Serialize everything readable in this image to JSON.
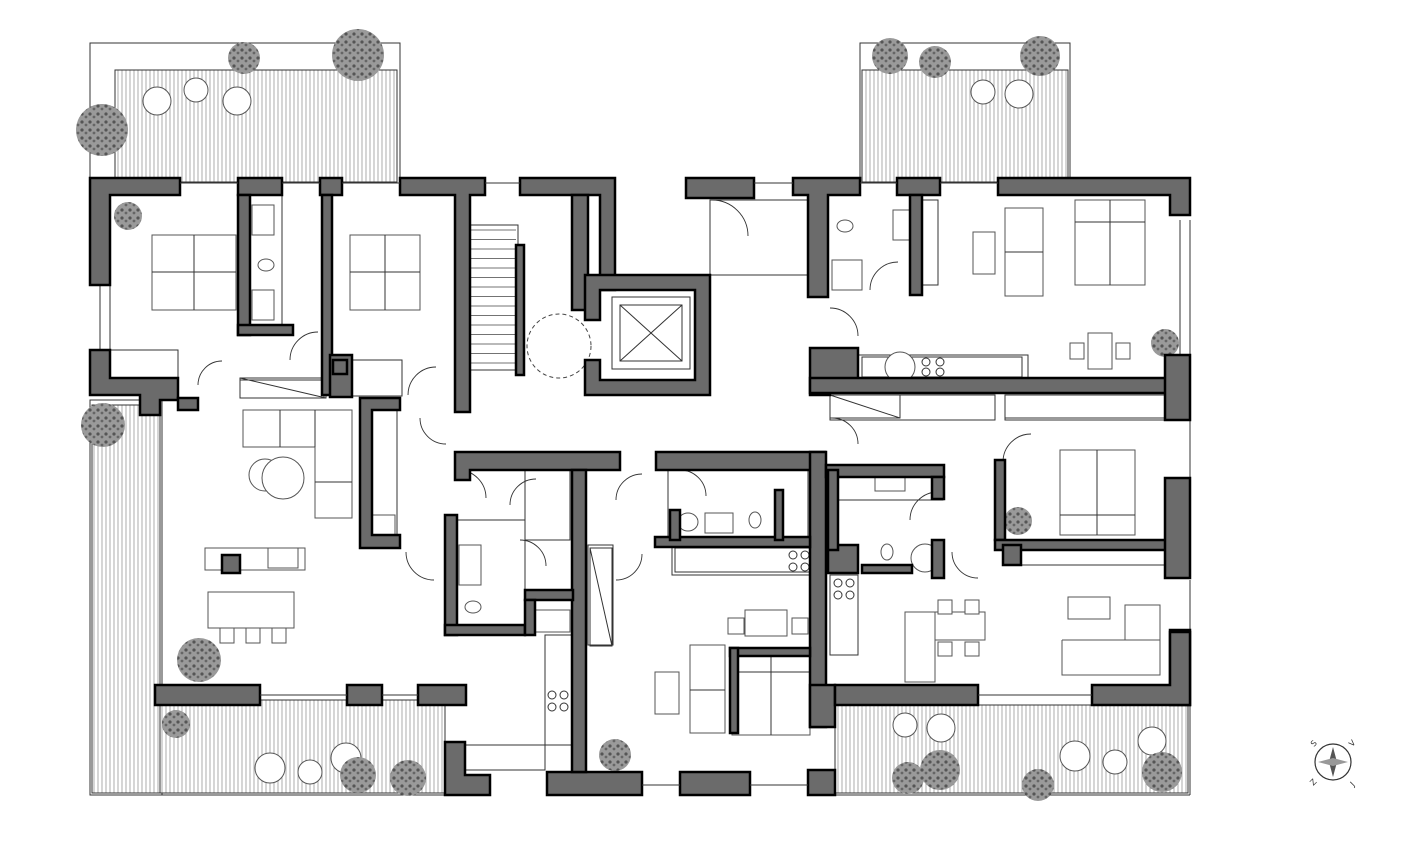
{
  "drawing": {
    "type": "architectural-floor-plan",
    "colors": {
      "wall": "#6b6b6b",
      "line": "#333333",
      "background": "#ffffff",
      "vegetation": "#7a7a7a"
    },
    "icons": [
      "compass-icon",
      "tree-icon",
      "bed-icon",
      "sofa-icon",
      "toilet-icon",
      "stair-icon",
      "elevator-icon"
    ]
  },
  "compass": {
    "letters": [
      "S",
      "Z",
      "J",
      "V"
    ]
  }
}
